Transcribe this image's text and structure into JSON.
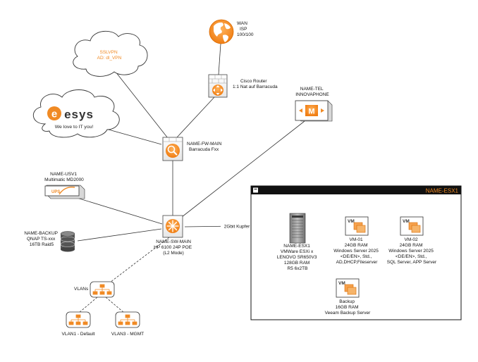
{
  "nodes": {
    "wan": {
      "lines": [
        "WAN",
        "ISP",
        "100/100"
      ]
    },
    "sslvpn": {
      "lines": [
        "SSLVPN",
        "AD: dl_VPN"
      ]
    },
    "esys": {
      "brand": "esys",
      "tagline": "We love to IT you!"
    },
    "router": {
      "lines": [
        "Cisco Router",
        "1:1 Nat auf Barracuda"
      ]
    },
    "fw": {
      "lines": [
        "NAME-FW-MAIN",
        "Barracuda Fxx"
      ]
    },
    "tel": {
      "lines": [
        "NAME-TEL",
        "INNOVAPHONE"
      ]
    },
    "usv": {
      "lines": [
        "NAME-USV1",
        "Multimatic MD2000"
      ],
      "badge": "UPS"
    },
    "backup": {
      "lines": [
        "NAME-BACKUP",
        "QNAP TS-xxx",
        "16TB Raid5"
      ]
    },
    "switch": {
      "lines": [
        "NAME-SW-MAIN",
        "HP 6100 24P POE",
        "(L2 Mode)"
      ]
    },
    "vlans": {
      "label": "VLANs"
    },
    "vlan1": {
      "label": "VLAN1 - Default"
    },
    "vlan3": {
      "label": "VLAN3 - MGMT"
    }
  },
  "link_label": "2Gbit Kupfer",
  "esx_panel": {
    "title": "NAME-ESX1",
    "host": {
      "lines": [
        "NAME-ESX1",
        "VMWare ESXi x",
        "LENOVO SR650V3",
        "128GB RAM",
        "R5 6x2TB"
      ]
    },
    "vms": [
      {
        "badge": "VM",
        "lines": [
          "VM-01",
          "24GB RAM",
          "Windows Server 2025",
          "<DE/EN>, Std.,",
          "AD,DHCP,Fileserver"
        ]
      },
      {
        "badge": "VM",
        "lines": [
          "VM-02",
          "24GB RAM",
          "Windows Server 2025",
          "<DE/EN>, Std.,",
          "SQL Server, APP Server"
        ]
      },
      {
        "badge": "VM",
        "lines": [
          "Backup",
          "16GB RAM",
          "Veeam Backup Server"
        ]
      }
    ]
  }
}
